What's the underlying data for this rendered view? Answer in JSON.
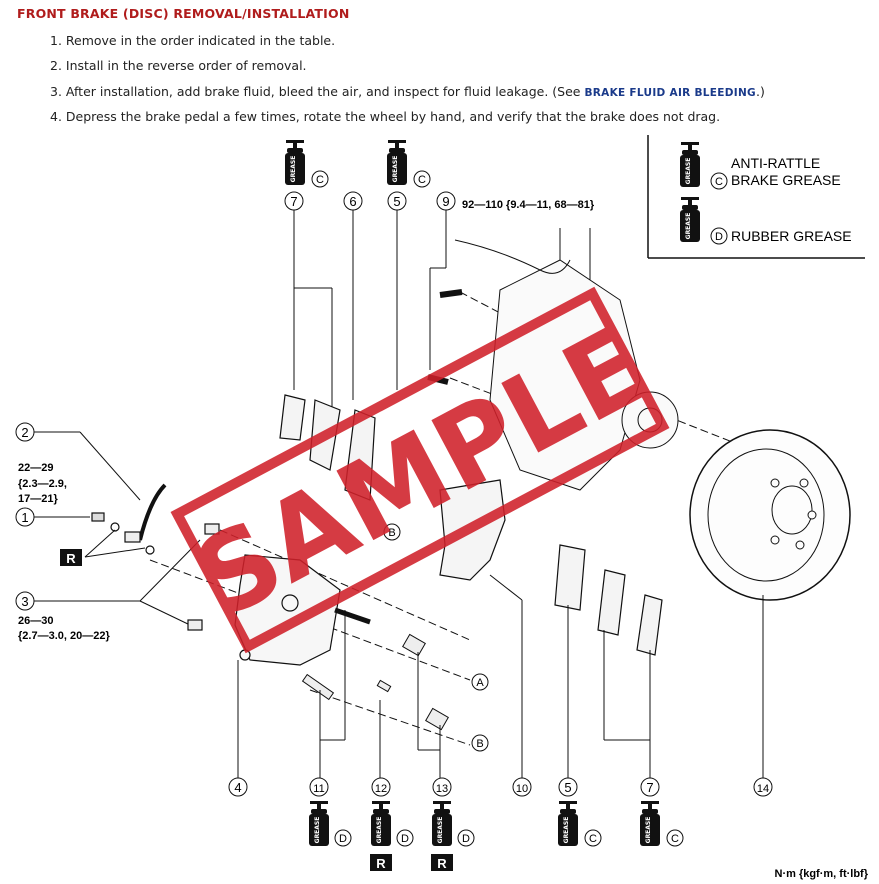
{
  "title": "FRONT BRAKE (DISC) REMOVAL/INSTALLATION",
  "steps": [
    "1. Remove in the order indicated in the table.",
    "2. Install in the reverse order of removal.",
    "3. After installation, add brake fluid, bleed the air, and inspect for fluid leakage. (See ",
    "4. Depress the brake pedal a few times, rotate the wheel by hand, and verify that the brake does not drag."
  ],
  "step3_link": "BRAKE FLUID AIR BLEEDING",
  "step3_suffix": ".)",
  "legend": {
    "c_line1": "ANTI-RATTLE",
    "c_line2": "BRAKE GREASE",
    "d_line1": "RUBBER GREASE",
    "c_letter": "C",
    "d_letter": "D"
  },
  "grease_text": "GREASE",
  "torques": {
    "t9": "92—110 {9.4—11, 68—81}",
    "t1_a": "22—29",
    "t1_b": "{2.3—2.9,",
    "t1_c": "17—21}",
    "t3_a": "26—30",
    "t3_b": "{2.7—3.0, 20—22}"
  },
  "units": "N·m {kgf·m, ft·lbf}",
  "watermark": "SAMPLE",
  "callouts": [
    "1",
    "2",
    "3",
    "4",
    "5",
    "6",
    "7",
    "9",
    "10",
    "11",
    "12",
    "13",
    "14"
  ],
  "r_mark": "R",
  "ref_a": "A",
  "ref_b": "B",
  "letter_c": "C",
  "letter_d": "D",
  "top_num_7": "7",
  "top_num_6": "6",
  "top_num_5": "5",
  "top_num_9": "9",
  "num_2": "2",
  "num_1": "1",
  "num_3": "3",
  "num_4": "4",
  "num_11": "11",
  "num_12": "12",
  "num_13": "13",
  "num_10": "10",
  "num_5b": "5",
  "num_7b": "7",
  "num_14": "14",
  "colors": {
    "title": "#b01c1c",
    "link": "#1a3a8a",
    "stamp": "#d0202a"
  }
}
